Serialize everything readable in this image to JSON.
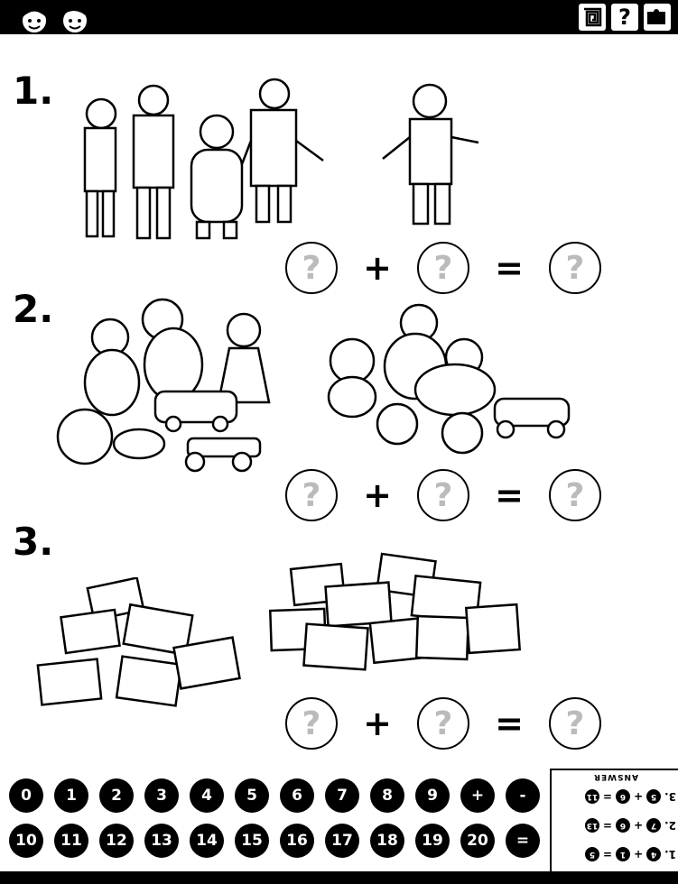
{
  "header": {
    "icons": [
      "spiral-icon",
      "question-icon",
      "puzzle-icon"
    ],
    "question_glyph": "?"
  },
  "questions": [
    {
      "number": "1.",
      "placeholder": "?",
      "plus": "+",
      "equals": "="
    },
    {
      "number": "2.",
      "placeholder": "?",
      "plus": "+",
      "equals": "="
    },
    {
      "number": "3.",
      "placeholder": "?",
      "plus": "+",
      "equals": "="
    }
  ],
  "number_tiles_row1": [
    "0",
    "1",
    "2",
    "3",
    "4",
    "5",
    "6",
    "7",
    "8",
    "9",
    "+",
    "-"
  ],
  "number_tiles_row2": [
    "10",
    "11",
    "12",
    "13",
    "14",
    "15",
    "16",
    "17",
    "18",
    "19",
    "20",
    "="
  ],
  "answer_key": {
    "title": "ANSWER",
    "rows": [
      {
        "label": "3.",
        "a": "5",
        "op": "+",
        "b": "6",
        "eq": "=",
        "c": "11"
      },
      {
        "label": "2.",
        "a": "7",
        "op": "+",
        "b": "6",
        "eq": "=",
        "c": "13"
      },
      {
        "label": "1.",
        "a": "4",
        "op": "+",
        "b": "1",
        "eq": "=",
        "c": "5"
      }
    ]
  }
}
